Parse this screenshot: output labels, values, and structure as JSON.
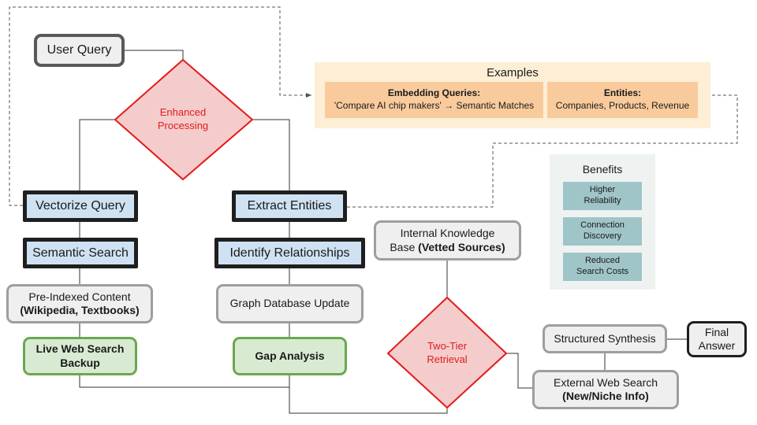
{
  "nodes": {
    "user_query": "User Query",
    "enhanced_processing": [
      "Enhanced",
      "Processing"
    ],
    "vectorize_query": "Vectorize Query",
    "extract_entities": "Extract Entities",
    "semantic_search": "Semantic Search",
    "identify_relationships": "Identify Relationships",
    "pre_indexed": {
      "line1": "Pre-Indexed Content",
      "line2": "(Wikipedia, Textbooks)"
    },
    "graph_db": "Graph Database Update",
    "live_web": [
      "Live Web Search",
      "Backup"
    ],
    "gap_analysis": "Gap Analysis",
    "internal_kb": {
      "line1": "Internal Knowledge",
      "line2_prefix": "Base ",
      "line2_bold": "(Vetted Sources)"
    },
    "two_tier": [
      "Two-Tier",
      "Retrieval"
    ],
    "structured_synthesis": "Structured Synthesis",
    "final_answer": [
      "Final",
      "Answer"
    ],
    "external_web": {
      "line1": "External Web Search",
      "line2": "(New/Niche Info)"
    }
  },
  "examples": {
    "title": "Examples",
    "embedding": {
      "heading": "Embedding Queries:",
      "text": "'Compare AI chip makers' → Semantic Matches"
    },
    "entities": {
      "heading": "Entities:",
      "text": "Companies, Products, Revenue"
    }
  },
  "benefits": {
    "title": "Benefits",
    "items": [
      [
        "Higher",
        "Reliability"
      ],
      [
        "Connection",
        "Discovery"
      ],
      [
        "Reduced",
        "Search Costs"
      ]
    ]
  },
  "colors": {
    "decision_fill": "#f4cccc",
    "decision_stroke": "#e31b1b",
    "blue_fill": "#cfe2f3",
    "green_fill": "#d9ead3",
    "examples_bg": "#fcefd6",
    "examples_box": "#f9cb9c",
    "benefit_box": "#9fc5c8"
  }
}
